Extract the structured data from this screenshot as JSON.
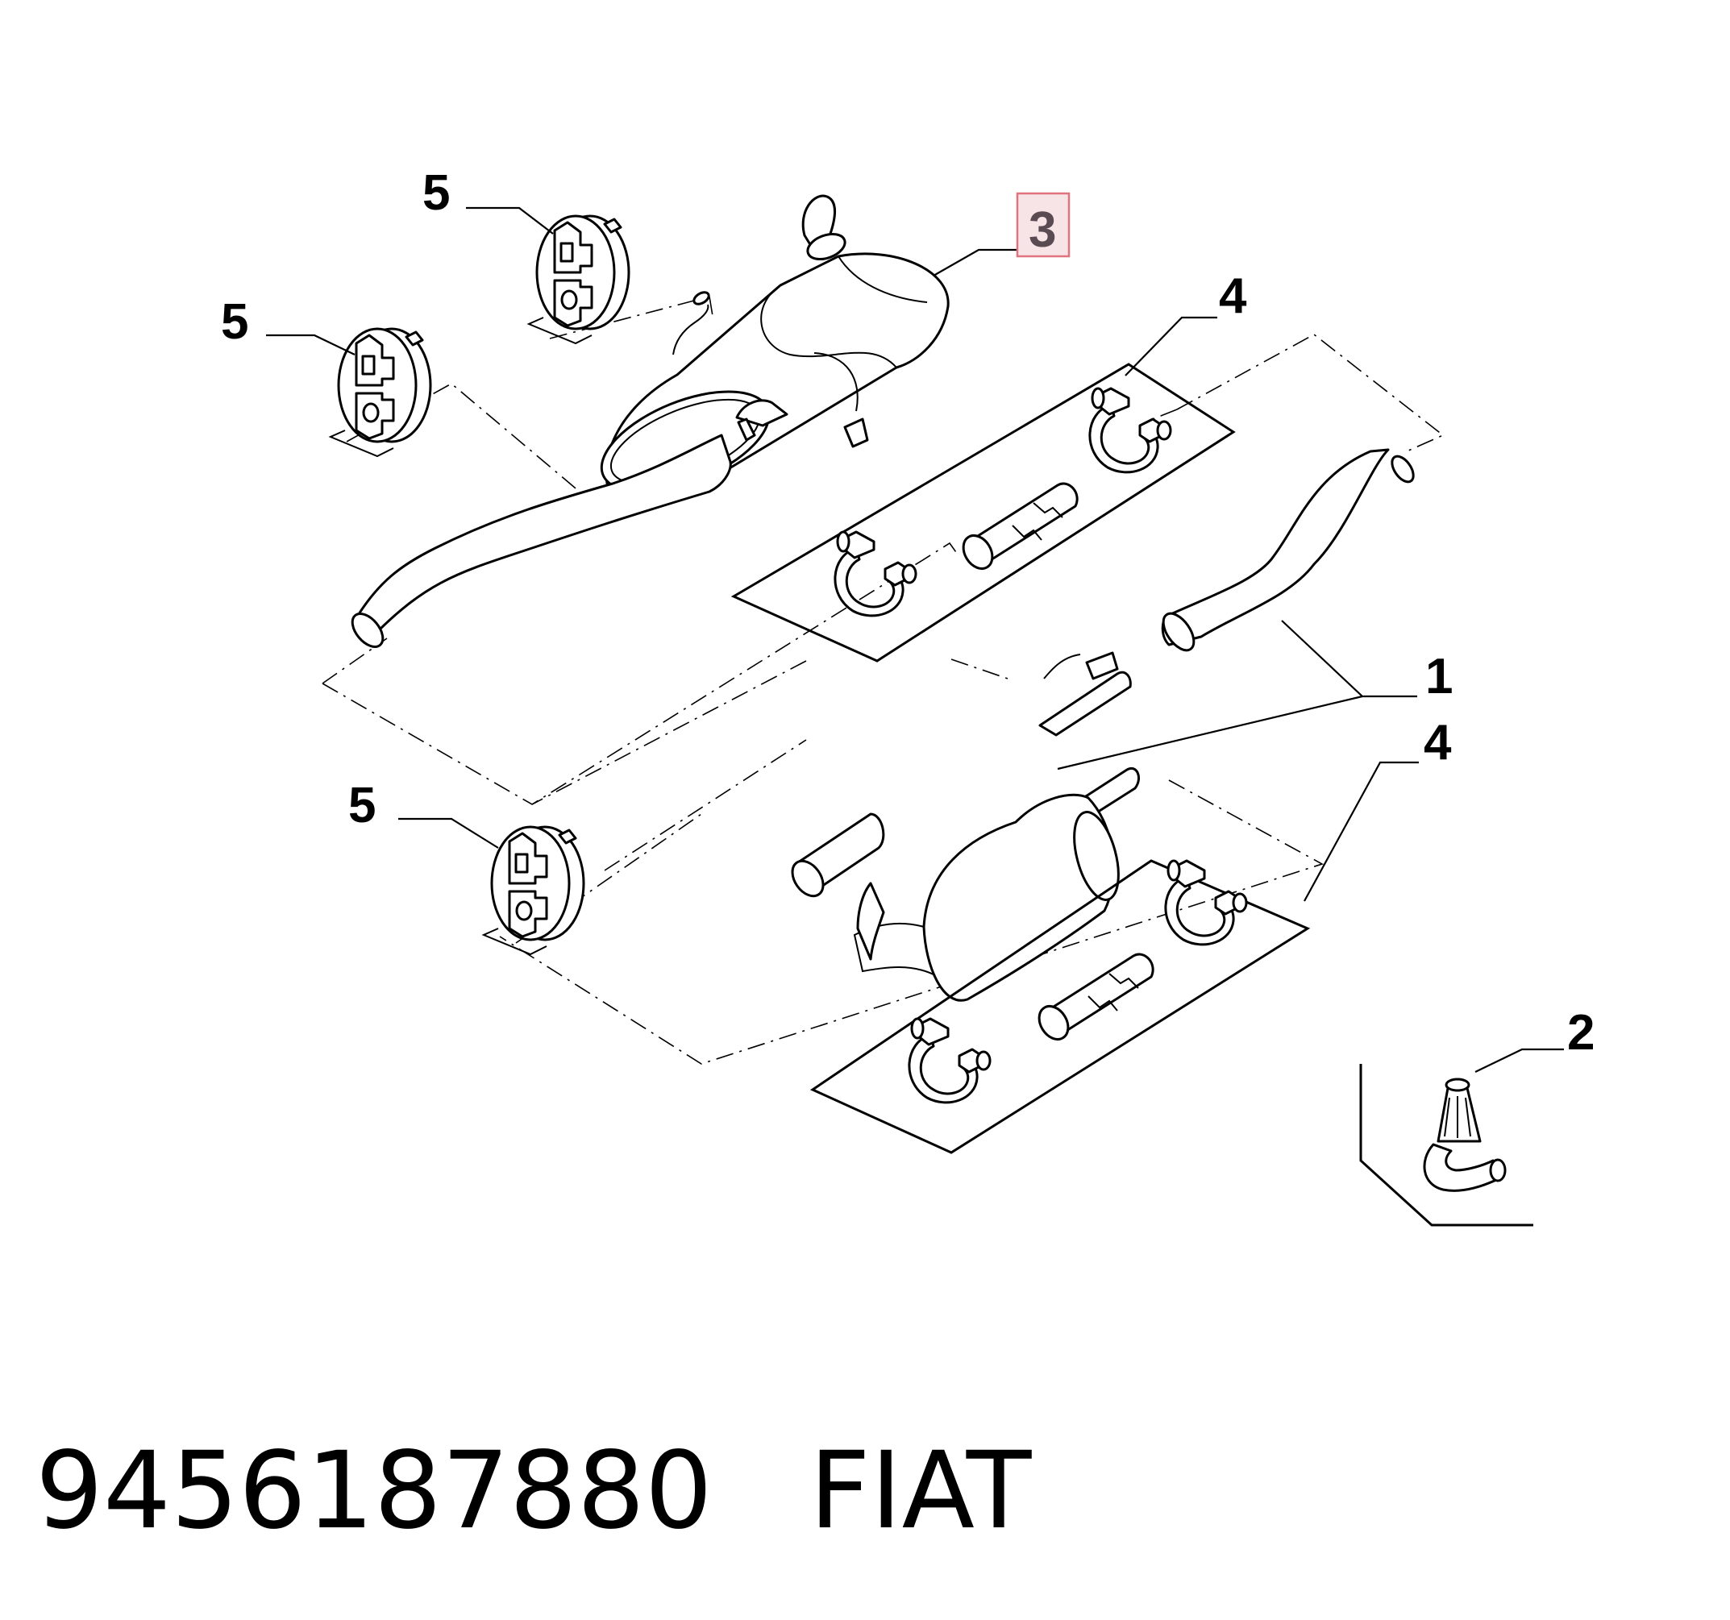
{
  "callouts": {
    "c1": "1",
    "c2": "2",
    "c3": "3",
    "c4a": "4",
    "c4b": "4",
    "c5a": "5",
    "c5b": "5",
    "c5c": "5"
  },
  "highlight": {
    "callout": "3",
    "box_fill": "#f7e4e7",
    "box_stroke": "#e0737f"
  },
  "caption": {
    "part_number": "9456187880",
    "brand": "FIAT"
  }
}
